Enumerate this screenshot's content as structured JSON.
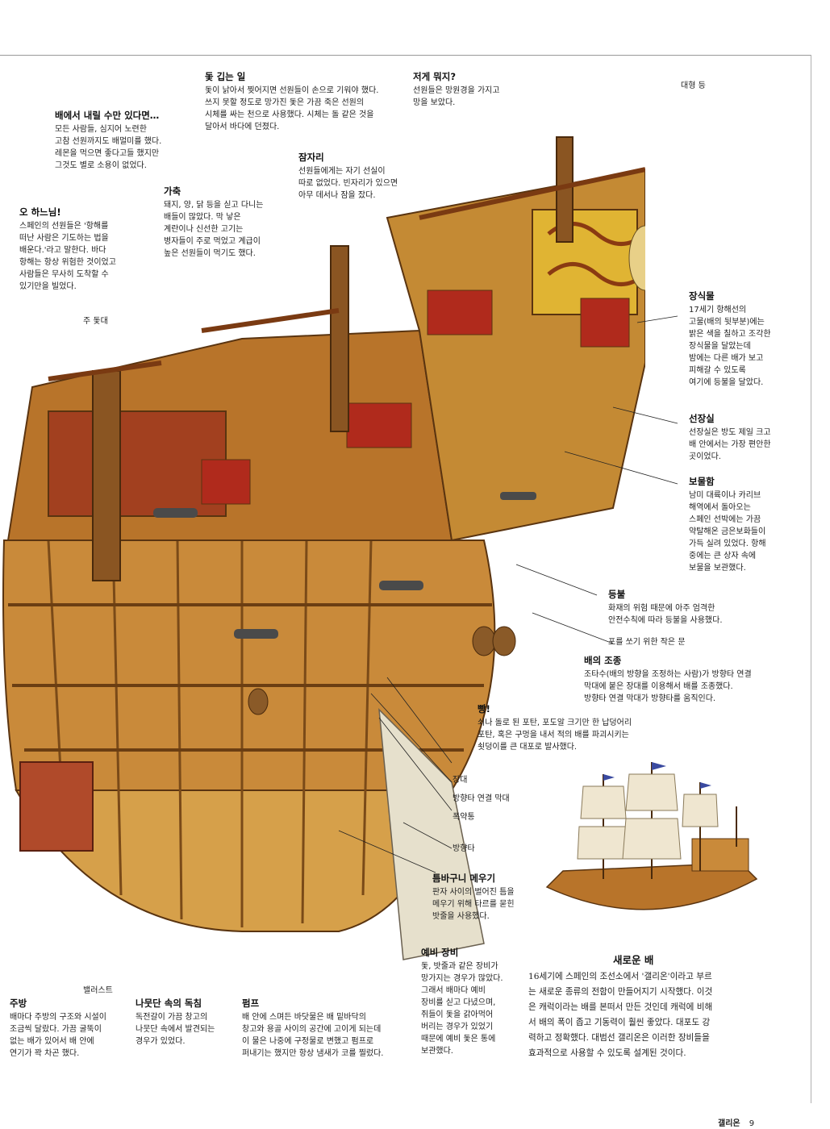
{
  "notes": {
    "get_off": {
      "title": "배에서 내릴 수만 있다면…",
      "text": "모든 사람들, 심지어 노련한\n고참 선원까지도 배멀미를 했다.\n레몬을 먹으면 좋다고들 했지만\n그것도 별로 소용이 없었다."
    },
    "sail_mending": {
      "title": "돛 깁는 일",
      "text": "돛이 낡아서 찢어지면 선원들이 손으로 기워야 했다.\n쓰지 못할 정도로 망가진 돛은 가끔 죽은 선원의\n시체를 싸는 천으로 사용했다. 시체는 돌 같은 것을\n달아서 바다에 던졌다."
    },
    "whats_that": {
      "title": "저게 뭐지?",
      "text": "선원들은 망원경을 가지고\n망을 보았다."
    },
    "sleeping": {
      "title": "잠자리",
      "text": "선원들에게는 자기 선실이\n따로 없었다. 빈자리가 있으면\n아무 데서나 잠을 잤다."
    },
    "livestock": {
      "title": "가축",
      "text": "돼지, 양, 닭 등을 싣고 다니는\n배들이 많았다. 막 낳은\n계란이나 신선한 고기는\n병자들이 주로 먹었고 계급이\n높은 선원들이 먹기도 했다."
    },
    "oh_god": {
      "title": "오 하느님!",
      "text": "스페인의 선원들은 '항해를\n떠난 사람은 기도하는 법을\n배운다.'라고 말한다. 바다\n항해는 항상 위험한 것이었고\n사람들은 무사히 도착할 수\n있기만을 빌었다."
    },
    "decoration": {
      "title": "장식물",
      "text": "17세기 항해선의\n고물(배의 뒷부분)에는\n밝은 색을 칠하고 조각한\n장식물을 달았는데\n밤에는 다른 배가 보고\n피해갈 수 있도록\n여기에 등불을 달았다."
    },
    "captain_cabin": {
      "title": "선장실",
      "text": "선장실은 방도 제일 크고\n배 안에서는 가장 편안한\n곳이었다."
    },
    "treasure": {
      "title": "보물함",
      "text": "남미 대륙이나 카리브\n해역에서 돌아오는\n스페인 선박에는 가끔\n약탈해온 금은보화들이\n가득 실려 있었다. 항해\n중에는 큰 상자 속에\n보물을 보관했다."
    },
    "lantern": {
      "title": "등불",
      "text": "화재의 위험 때문에 아주 엄격한\n안전수칙에 따라 등불을 사용했다."
    },
    "steering": {
      "title": "배의 조종",
      "text": "조타수(배의 방향을 조정하는 사람)가 방향타 연결\n막대에 붙은 장대를 이용해서 배를 조종했다.\n방향타 연결 막대가 방향타를 움직인다."
    },
    "bang": {
      "title": "빵!",
      "text": "쇠나 돌로 된 포탄, 포도알 크기만 한 납덩어리\n포탄, 혹은 구멍을 내서 적의 배를 파괴시키는\n쇳덩이를 큰 대포로 발사했다."
    },
    "caulking": {
      "title": "틈바구니 메우기",
      "text": "판자 사이의 벌어진 틈을\n메우기 위해 타르를 묻힌\n밧줄을 사용했다."
    },
    "spare_gear": {
      "title": "예비 장비",
      "text": "돛, 밧줄과 같은 장비가\n망가지는 경우가 많았다.\n그래서 배마다 예비\n장비를 싣고 다녔으며,\n쥐들이 돛을 갉아먹어\n버리는 경우가 있었기\n때문에 예비 돛은 통에\n보관했다."
    },
    "galley": {
      "title": "주방",
      "text": "배마다 주방의 구조와 시설이\n조금씩 달랐다. 가끔 굴뚝이\n없는 배가 있어서 배 안에\n연기가 꽉 차곤 했다."
    },
    "barrel_scorpion": {
      "title": "나뭇단 속의 독침",
      "text": "독전갈이 가끔 창고의\n나뭇단 속에서 발견되는\n경우가 있었다."
    },
    "pump": {
      "title": "펌프",
      "text": "배 안에 스며든 바닷물은 배 밑바닥의\n창고와 용골 사이의 공간에 고이게 되는데\n이 물은 나중에 구정물로 변했고 펌프로\n퍼내기는 했지만 항상 냄새가 코를 찔렀다."
    }
  },
  "labels": {
    "main_mast": "주 돛대",
    "big_lantern": "대형 등",
    "gun_port": "포를 쏘기 위한 작은 문",
    "whipstaff": "장대",
    "tiller": "방향타 연결 막대",
    "powder_keg": "폭약통",
    "rudder": "방향타",
    "ballast": "밸러스트"
  },
  "new_ship": {
    "title": "새로운 배",
    "text": "16세기에 스페인의 조선소에서 '갤리온'이라고 부르\n는 새로운 종류의 전함이 만들어지기 시작했다. 이것\n은 캐럭이라는 배를 본떠서 만든 것인데 캐럭에 비해\n서 배의 폭이 좁고 기동력이 훨씬 좋았다. 대포도 강\n력하고 정확했다. 대범선 갤리온은 이러한 장비들을\n효과적으로 사용할 수 있도록 설계된 것이다."
  },
  "footer": {
    "section": "갤리온",
    "page": "9"
  },
  "colors": {
    "wood": "#b8742a",
    "hull_red": "#b02a1c",
    "gold": "#e0b433",
    "paper": "#ffffff"
  }
}
